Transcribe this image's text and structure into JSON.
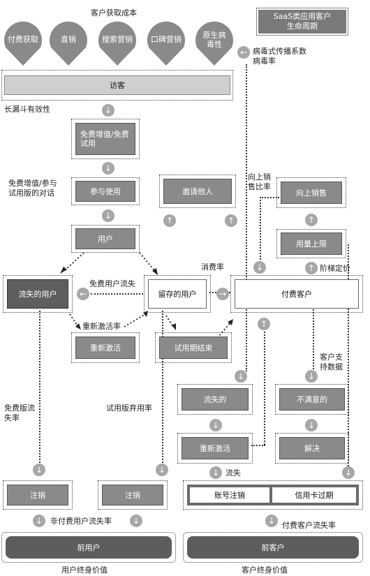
{
  "title_badge": [
    "SaaS类应用客户",
    "生命周期"
  ],
  "acquisition_cost": "客户获取成本",
  "channels": [
    "付费获取",
    "直销",
    "搜索营销",
    "口碑营销",
    "原生病\n毒性"
  ],
  "viral": [
    "病毒式传播系数",
    "病毒率"
  ],
  "visitors": "访客",
  "funnel": "长漏斗有效性",
  "trial": "免费增值/免费\n试用",
  "conversation": [
    "免费增值/参与",
    "试用版的对话"
  ],
  "engage": "参与使用",
  "users": "用户",
  "invite": "邀请他人",
  "upsell_ratio": [
    "向上销",
    "售比率"
  ],
  "upsell": "向上销售",
  "usage_limit": "用量上限",
  "tiered": "阶梯定价",
  "consumption": "消费率",
  "lost_users": "流失的用户",
  "free_churn": "免费用户流失",
  "retained": "留存的用户",
  "paying": "付费客户",
  "reactivation_rate": "重新激活率",
  "reactivate": "重新激活",
  "trial_end": "试用期结束",
  "support_data": [
    "客户支",
    "持数据"
  ],
  "free_churn_rate": [
    "免费版流",
    "失率"
  ],
  "trial_abandon": "试用版弃用率",
  "churned": "流失的",
  "unhappy": "不满意的",
  "reactivate2": "重新激活",
  "resolve": "解决",
  "churn": "流失",
  "cancel1": "注销",
  "cancel2": "注销",
  "acct_cancel": "账号注销",
  "card_expire": "信用卡过期",
  "nonpay_churn": "非付费用户流失率",
  "pay_churn": "付费客户流失率",
  "former_users": "前用户",
  "former_customers": "前客户",
  "user_ltv": "用户终身价值",
  "customer_ltv": "客户终身价值"
}
